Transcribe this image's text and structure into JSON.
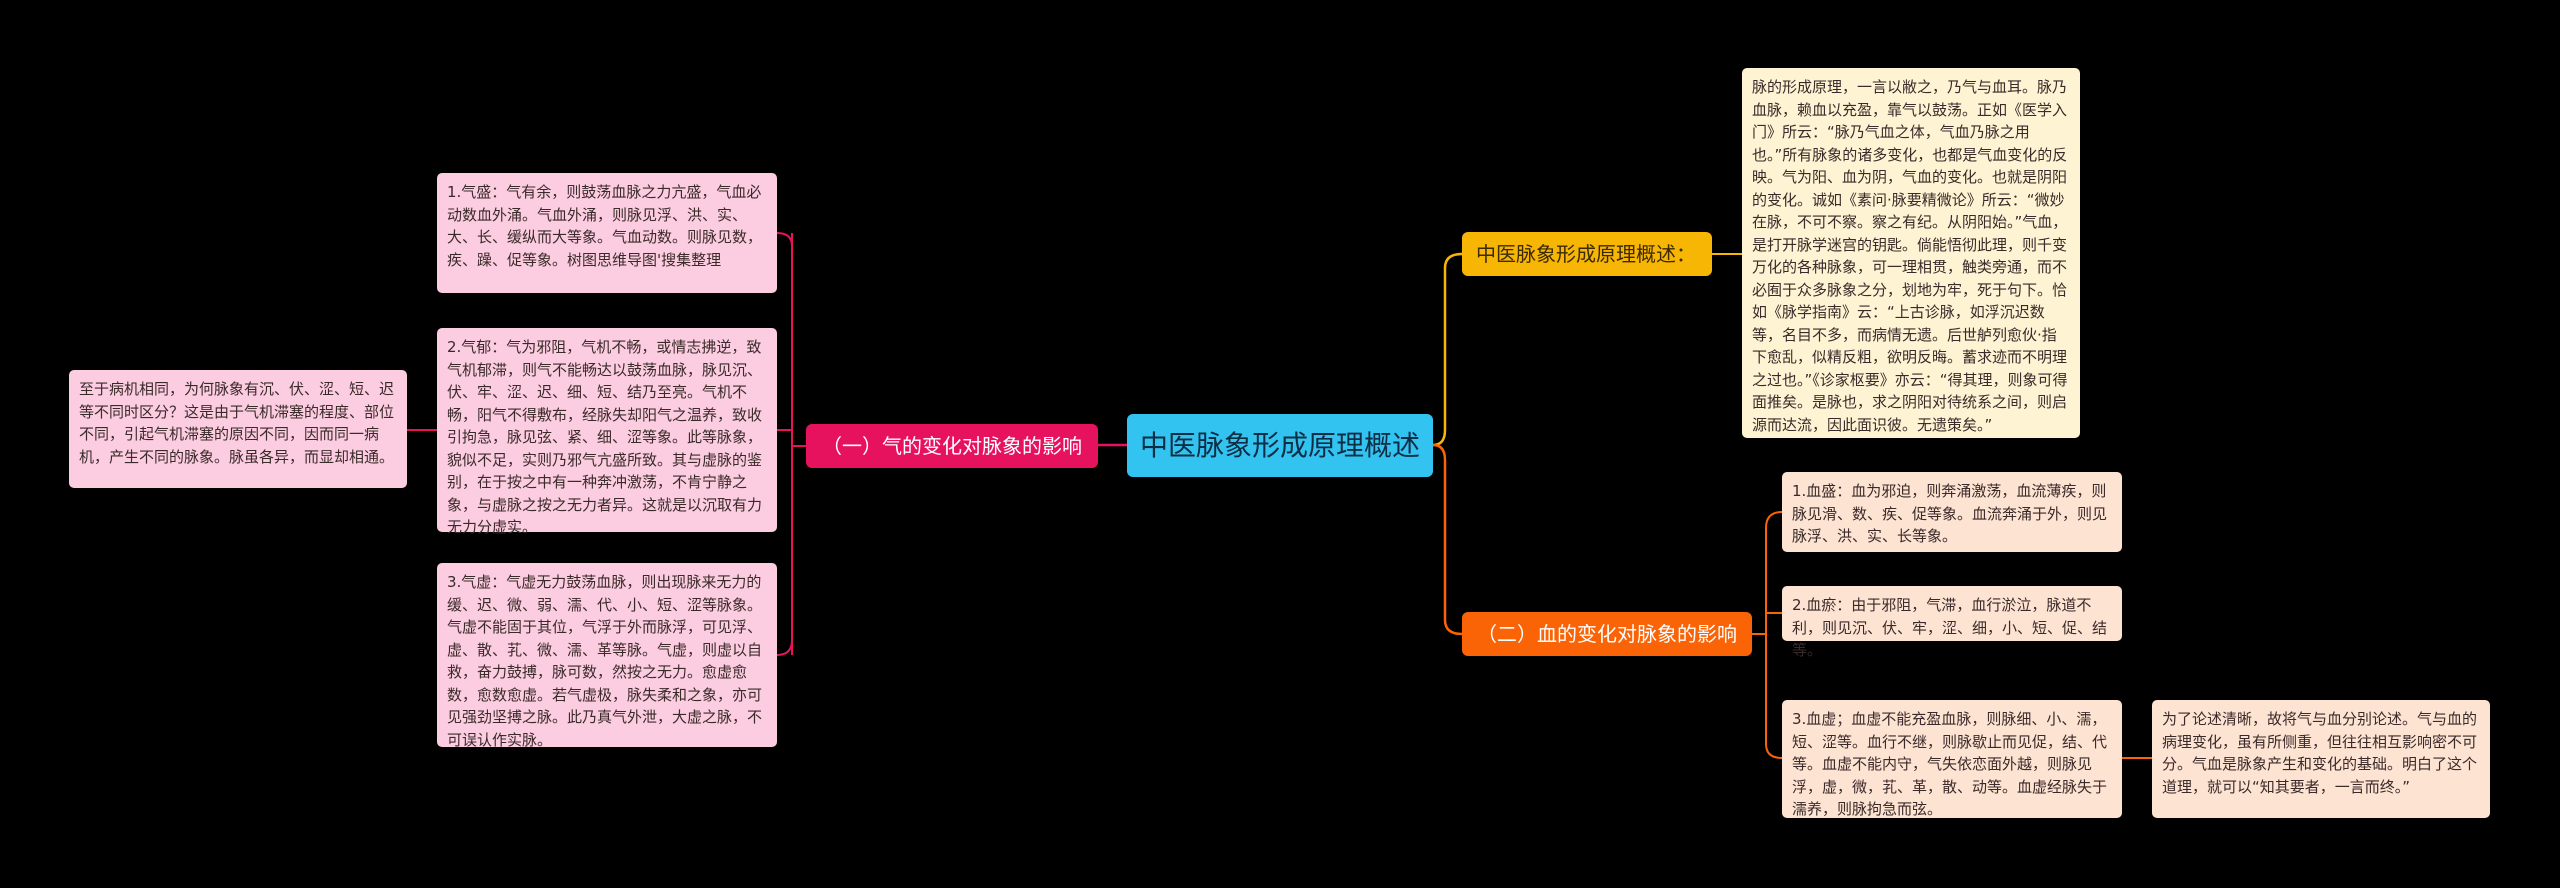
{
  "root": {
    "title": "中医脉象形成原理概述"
  },
  "left_branch": {
    "label": "（一）气的变化对脉象的影响",
    "items": [
      "1.气盛：气有余，则鼓荡血脉之力亢盛，气血必动数血外涌。气血外涌，则脉见浮、洪、实、大、长、缓纵而大等象。气血动数。则脉见数，疾、躁、促等象。树图思维导图'搜集整理",
      "2.气郁：气为邪阻，气机不畅，或情志拂逆，致气机郁滞，则气不能畅达以鼓荡血脉，脉见沉、伏、牢、涩、迟、细、短、结乃至亮。气机不畅，阳气不得敷布，经脉失却阳气之温养，致收引拘急，脉见弦、紧、细、涩等象。此等脉象，貌似不足，实则乃邪气亢盛所致。其与虚脉的鉴别，在于按之中有一种奔冲激荡，不肯宁静之象，与虚脉之按之无力者异。这就是以沉取有力无力分虚实。",
      "3.气虚：气虚无力鼓荡血脉，则出现脉来无力的缓、迟、微、弱、濡、代、小、短、涩等脉象。气虚不能固于其位，气浮于外而脉浮，可见浮、虚、散、芤、微、濡、革等脉。气虚，则虚以自救，奋力鼓搏，脉可数，然按之无力。愈虚愈数，愈数愈虚。若气虚极，脉失柔和之象，亦可见强劲坚搏之脉。此乃真气外泄，大虚之脉，不可误认作实脉。"
    ],
    "note": "至于病机相同，为何脉象有沉、伏、涩、短、迟等不同时区分？这是由于气机滞塞的程度、部位不同，引起气机滞塞的原因不同，因而同一病机，产生不同的脉象。脉虽各异，而显却相通。"
  },
  "top_branch": {
    "label": "中医脉象形成原理概述：",
    "text": "脉的形成原理，一言以敝之，乃气与血耳。脉乃血脉，赖血以充盈，靠气以鼓荡。正如《医学入门》所云：“脉乃气血之体，气血乃脉之用也。”所有脉象的诸多变化，也都是气血变化的反映。气为阳、血为阴，气血的变化。也就是阴阳的变化。诚如《素问·脉要精微论》所云：“微妙在脉，不可不察。察之有纪。从阴阳始。”气血，是打开脉学迷宫的钥匙。倘能悟彻此理，则千变万化的各种脉象，可一理相贯，触类旁通，而不必囿于众多脉象之分，划地为牢，死于句下。恰如《脉学指南》云：“上古诊脉，如浮沉迟数等，名目不多，而病情无遗。后世舻列愈伙·指下愈乱，似精反粗，欲明反晦。蓄求迹而不明理之过也。”《诊家枢要》亦云：“得其理，则象可得面推矣。是脉也，求之阴阳对待统系之间，则启源而达流，因此面识彼。无遗策矣。”"
  },
  "bottom_branch": {
    "label": "（二）血的变化对脉象的影响",
    "items": [
      "1.血盛：血为邪迫，则奔涌激荡，血流薄疾，则脉见滑、数、疾、促等象。血流奔涌于外，则见脉浮、洪、实、长等象。",
      "2.血瘀：由于邪阻，气滞，血行淤泣，脉道不利，则见沉、伏、牢，涩、细，小、短、促、结等。",
      "3.血虚；血虚不能充盈血脉，则脉细、小、濡，短、涩等。血行不继，则脉歇止而见促，结、代等。血虚不能内守，气失依恋面外越，则脉见浮，虚，微，芤、革，散、动等。血虚经脉失于濡养，则脉拘急而弦。"
    ],
    "note": "为了论述清晰，故将气与血分别论述。气与血的病理变化，虽有所侧重，但往往相互影响密不可分。气血是脉象产生和变化的基础。明白了这个道理，就可以“知其要者，一言而终。”"
  },
  "colors": {
    "root": "#33C3F0",
    "left": "#E7125E",
    "top": "#F8B604",
    "bottom": "#FA6407"
  }
}
